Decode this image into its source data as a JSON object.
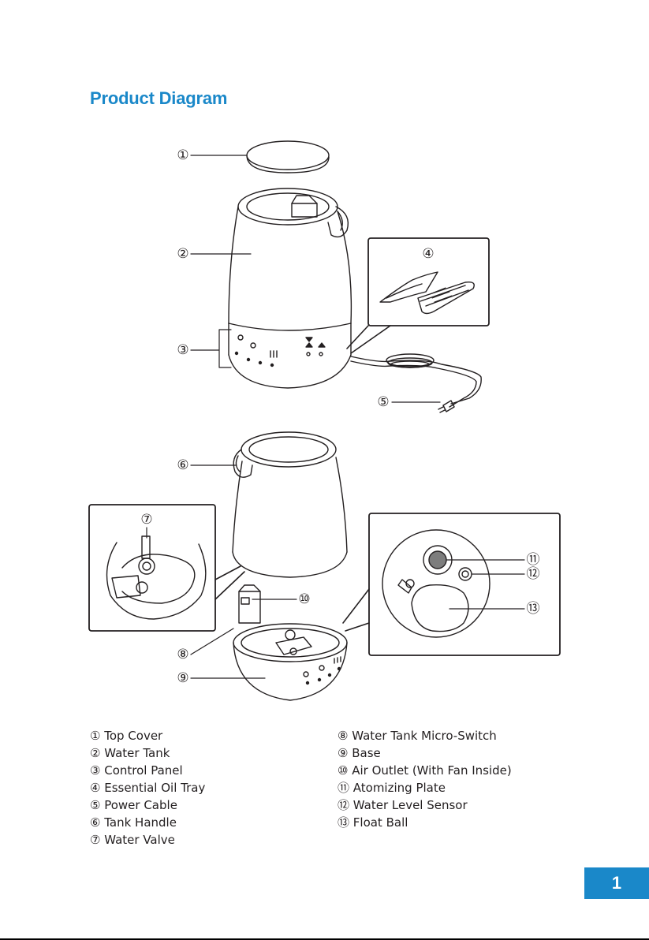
{
  "title": "Product Diagram",
  "callouts": {
    "c1": "①",
    "c2": "②",
    "c3": "③",
    "c4": "④",
    "c5": "⑤",
    "c6": "⑥",
    "c7": "⑦",
    "c8": "⑧",
    "c9": "⑨",
    "c10": "⑩",
    "c11": "⑪",
    "c12": "⑫",
    "c13": "⑬"
  },
  "legend_left": [
    "① Top Cover",
    "② Water Tank",
    "③ Control Panel",
    "④ Essential Oil Tray",
    "⑤ Power Cable",
    "⑥ Tank Handle",
    "⑦ Water Valve"
  ],
  "legend_right": [
    "⑧ Water Tank Micro-Switch",
    "⑨ Base",
    "⑩ Air Outlet (With Fan Inside)",
    "⑪ Atomizing Plate",
    "⑫ Water Level Sensor",
    "⑬ Float Ball"
  ],
  "page_number": "1"
}
